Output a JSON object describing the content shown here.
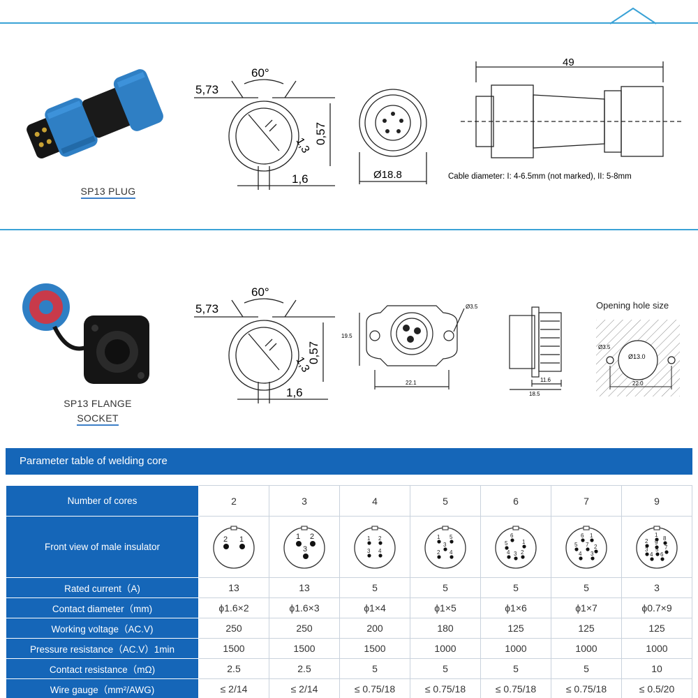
{
  "plug_section": {
    "caption": "SP13 PLUG",
    "diagram_a": {
      "angle": "60°",
      "dim_573": "5,73",
      "dim_057": "0,57",
      "dim_13": "1,3",
      "dim_16": "1,6"
    },
    "diagram_b": {
      "diameter": "Ø18.8"
    },
    "diagram_c": {
      "length": "49",
      "cable_note": "Cable diameter: I: 4-6.5mm (not marked), II: 5-8mm"
    }
  },
  "socket_section": {
    "caption_line1": "SP13 FLANGE",
    "caption_line2": "SOCKET",
    "diagram_a": {
      "angle": "60°",
      "dim_573": "5,73",
      "dim_057": "0,57",
      "dim_13": "1,3",
      "dim_16": "1,6"
    },
    "diagram_b": {
      "hole": "Ø3.5",
      "height": "19.5",
      "width": "22.1"
    },
    "diagram_c": {
      "depth1": "11.6",
      "depth2": "18.5"
    },
    "diagram_d": {
      "title": "Opening hole size",
      "hole_small": "Ø3.5",
      "hole_main": "Ø13.0",
      "spacing": "22.0"
    }
  },
  "table": {
    "banner": "Parameter table of welding core",
    "rows": [
      {
        "label": "Number of cores",
        "values": [
          "2",
          "3",
          "4",
          "5",
          "6",
          "7",
          "9"
        ]
      },
      {
        "label": "Front view of male insulator",
        "values": []
      },
      {
        "label": "Rated current（A)",
        "values": [
          "13",
          "13",
          "5",
          "5",
          "5",
          "5",
          "3"
        ]
      },
      {
        "label": "Contact diameter（mm)",
        "values": [
          "ϕ1.6×2",
          "ϕ1.6×3",
          "ϕ1×4",
          "ϕ1×5",
          "ϕ1×6",
          "ϕ1×7",
          "ϕ0.7×9"
        ]
      },
      {
        "label": "Working voltage（AC.V)",
        "values": [
          "250",
          "250",
          "200",
          "180",
          "125",
          "125",
          "125"
        ]
      },
      {
        "label": "Pressure resistance（AC.V）1min",
        "values": [
          "1500",
          "1500",
          "1500",
          "1000",
          "1000",
          "1000",
          "1000"
        ]
      },
      {
        "label": "Contact resistance（mΩ)",
        "values": [
          "2.5",
          "2.5",
          "5",
          "5",
          "5",
          "5",
          "10"
        ]
      },
      {
        "label": "Wire gauge（mm²/AWG)",
        "values": [
          "≤ 2/14",
          "≤ 2/14",
          "≤ 0.75/18",
          "≤ 0.75/18",
          "≤ 0.75/18",
          "≤ 0.75/18",
          "≤ 0.5/20"
        ]
      }
    ],
    "pin_labels": [
      [
        "2",
        "1"
      ],
      [
        "1",
        "2",
        "3"
      ],
      [
        "1",
        "2",
        "3",
        "4"
      ],
      [
        "1",
        "5",
        "3",
        "2",
        "4"
      ],
      [
        "6",
        "1",
        "2",
        "5",
        "3",
        "4"
      ],
      [
        "6",
        "1",
        "5",
        "7",
        "2",
        "4",
        "3"
      ],
      [
        "1",
        "9",
        "8",
        "2",
        "7",
        "3",
        "6",
        "4",
        "5"
      ]
    ]
  }
}
